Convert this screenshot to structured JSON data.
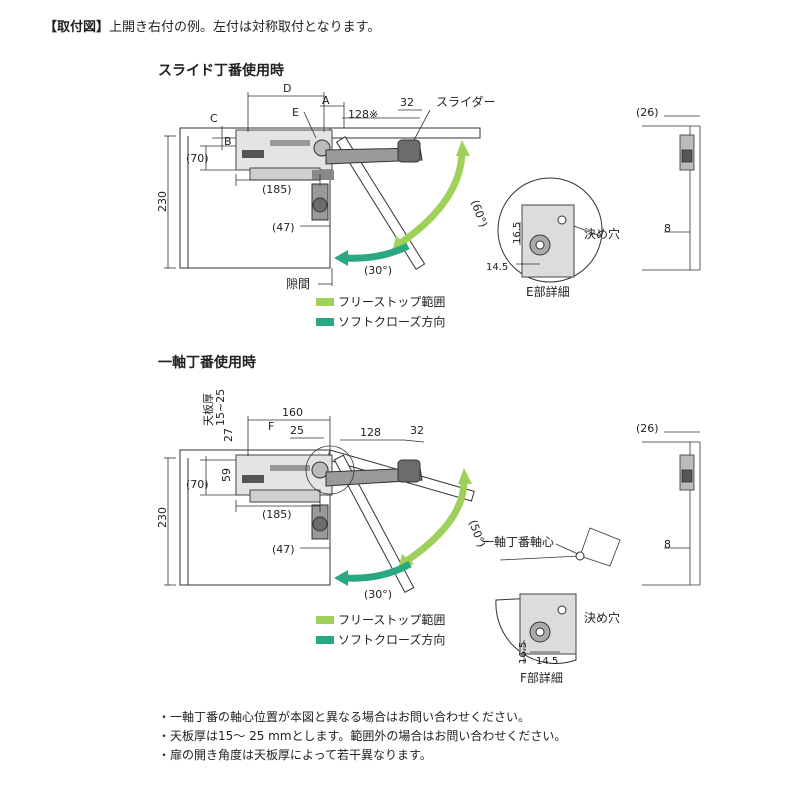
{
  "header": {
    "tag": "【取付図】",
    "text": "上開き右付の例。左付は対称取付となります。"
  },
  "section1": {
    "title": "スライド丁番使用時",
    "dims": {
      "D": "D",
      "A": "A",
      "C": "C",
      "B": "B",
      "E": "E",
      "d128": "128※",
      "d32": "32",
      "slider": "スライダー",
      "d70": "(70)",
      "d185": "(185)",
      "d230": "230",
      "d47": "(47)",
      "angle60": "(60°)",
      "angle30": "(30°)",
      "gap": "隙間"
    },
    "legend": {
      "free": "フリーストップ範囲",
      "soft": "ソフトクローズ方向"
    },
    "detail": {
      "v": "16.5",
      "h": "14.5",
      "hole": "決め穴",
      "label": "E部詳細"
    },
    "side": {
      "d26": "(26)",
      "d8": "8"
    }
  },
  "section2": {
    "title": "一軸丁番使用時",
    "dims": {
      "thickness": "天板厚",
      "range": "15~25",
      "d27": "27",
      "d70": "(70)",
      "d59": "59",
      "d160": "160",
      "F": "F",
      "d25": "25",
      "d128": "128",
      "d32": "32",
      "d185": "(185)",
      "d230": "230",
      "d47": "(47)",
      "angle50": "(50°)",
      "angle30": "(30°)",
      "axis": "一軸丁番軸心"
    },
    "legend": {
      "free": "フリーストップ範囲",
      "soft": "ソフトクローズ方向"
    },
    "detail": {
      "v": "16.5",
      "h": "14.5",
      "hole": "決め穴",
      "label": "F部詳細"
    },
    "side": {
      "d26": "(26)",
      "d8": "8"
    }
  },
  "notes": [
    "・一軸丁番の軸心位置が本図と異なる場合はお問い合わせください。",
    "・天板厚は15～ 25 mmとします。範囲外の場合はお問い合わせください。",
    "・扉の開き角度は天板厚によって若干異なります。"
  ],
  "colors": {
    "free": "#9fd05a",
    "soft": "#2aa883",
    "line": "#333333",
    "steel": "#8a8a8a"
  }
}
